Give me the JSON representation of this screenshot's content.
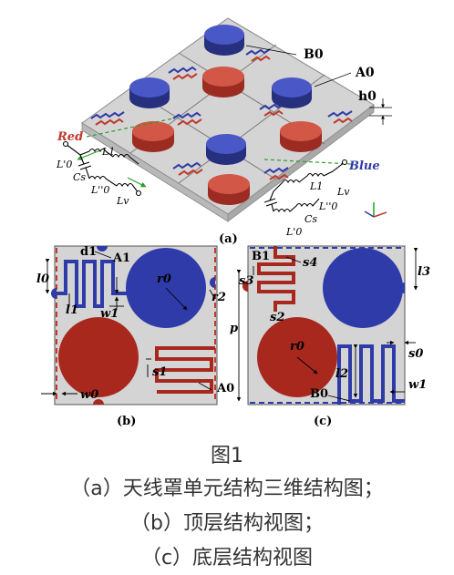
{
  "colors": {
    "red_patch": "#c0392b",
    "blue_patch": "#2e3ba8",
    "substrate": "#cfcfcf",
    "meander_red": "#a8281e",
    "meander_blue": "#233390"
  },
  "fig_a": {
    "panel_label": "(a)",
    "labels": {
      "b0": "B0",
      "a0": "A0",
      "h0": "h0",
      "red": "Red",
      "blue": "Blue",
      "l0p_left": "L'0",
      "l1_left": "L1",
      "cs_left": "Cs",
      "l0pp_left": "L''0",
      "lv_left": "Lv",
      "l1_right": "L1",
      "lv_right": "Lv",
      "l0pp_right": "L''0",
      "cs_right": "Cs",
      "l0p_right": "L'0"
    }
  },
  "fig_b": {
    "panel_label": "(b)",
    "labels": {
      "d1": "d1",
      "a1": "A1",
      "l0": "l0",
      "r0": "r0",
      "r2": "r2",
      "l1": "l1",
      "w1": "w1",
      "s1": "s1",
      "a0": "A0",
      "w0": "w0"
    }
  },
  "fig_c": {
    "panel_label": "(c)",
    "labels": {
      "b1": "B1",
      "s4": "s4",
      "s3": "s3",
      "l3": "l3",
      "s2": "s2",
      "p": "p",
      "r0": "r0",
      "s0": "s0",
      "l2": "l2",
      "b0": "B0",
      "w1": "w1"
    }
  },
  "caption": {
    "title": "图1",
    "line_a": "（a）天线罩单元结构三维结构图；",
    "line_b": "（b）顶层结构视图；",
    "line_c": "（c）底层结构视图"
  }
}
